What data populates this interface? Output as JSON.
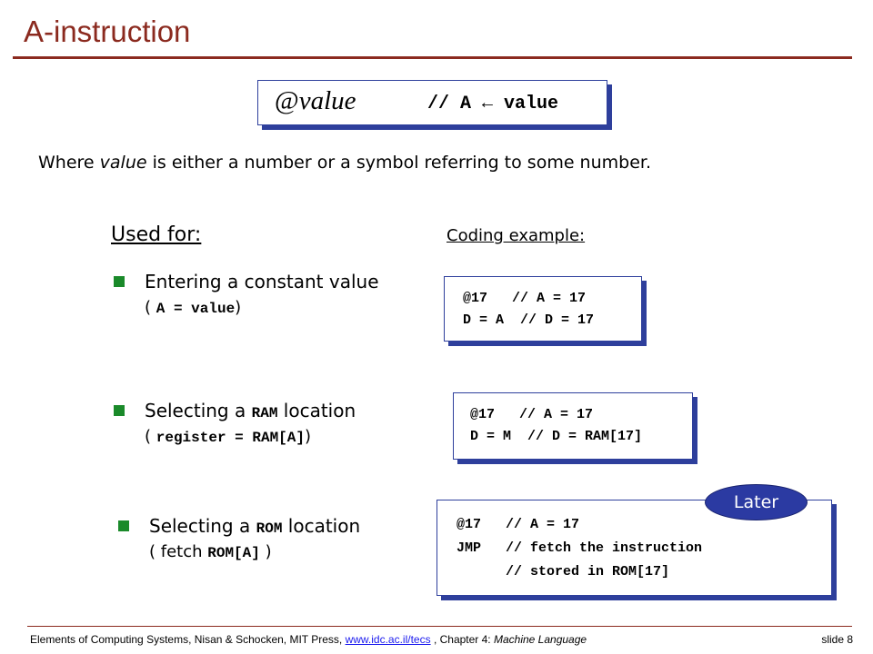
{
  "slide": {
    "title": "A-instruction",
    "syntax": {
      "at": "@",
      "value": "value",
      "comment": "// A ← value"
    },
    "description": {
      "prefix": "Where ",
      "value": "value",
      "suffix": " is either a number or a symbol referring to some number."
    },
    "used_for_heading": "Used for:",
    "coding_example_heading": "Coding example:",
    "bullets": [
      {
        "line1": "Entering a constant value",
        "line2_pre": "( ",
        "line2_code": "A = value",
        "line2_post": ")"
      },
      {
        "line1_pre": "Selecting a ",
        "line1_code": "RAM",
        "line1_post": " location",
        "line2_pre": "( ",
        "line2_code": "register = RAM[A]",
        "line2_post": ")"
      },
      {
        "line1_pre": "Selecting a ",
        "line1_code": "ROM",
        "line1_post": " location",
        "line2_pre": "( fetch ",
        "line2_code": "ROM[A]",
        "line2_post": " )"
      }
    ],
    "code_examples": [
      "@17   // A = 17\nD = A  // D = 17",
      "@17   // A = 17\nD = M  // D = RAM[17]",
      "@17   // A = 17\nJMP   // fetch the instruction\n      // stored in ROM[17]"
    ],
    "later_badge": "Later"
  },
  "footer": {
    "citation_pre": "Elements of Computing Systems, Nisan & Schocken, MIT Press, ",
    "link": "www.idc.ac.il/tecs",
    "citation_mid": " , Chapter 4: ",
    "chapter": "Machine Language",
    "slide_number": "slide 8"
  },
  "colors": {
    "title": "#8b2a1f",
    "box_shadow": "#2e3f9c",
    "bullet": "#1a8a2a",
    "badge": "#2b3aa2",
    "link": "#1a1aee"
  }
}
